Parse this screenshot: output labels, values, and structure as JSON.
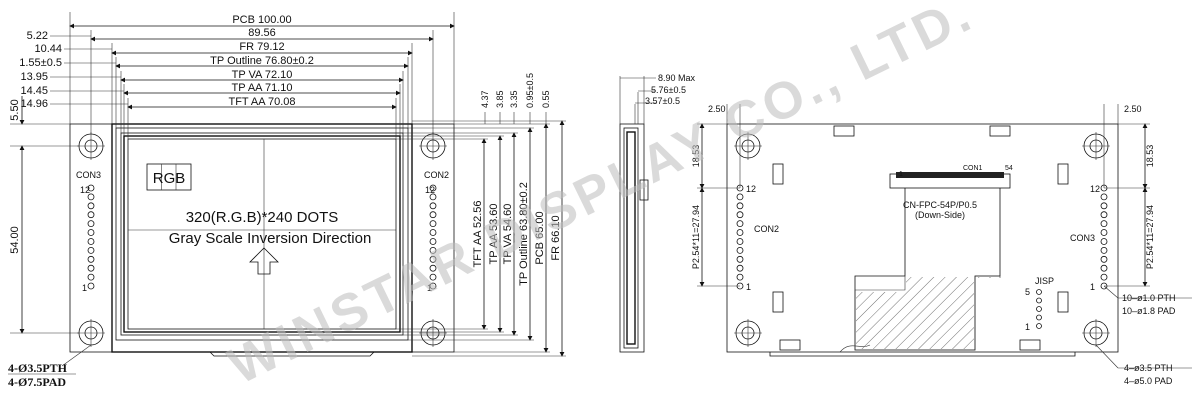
{
  "top_dims": {
    "pcb": "PCB  100.00",
    "d89": "89.56",
    "fr": "FR  79.12",
    "tp_outline": "TP  Outline  76.80±0.2",
    "tp_va": "TP  VA  72.10",
    "tp_aa": "TP  AA  71.10",
    "tft_aa": "TFT  AA  70.08"
  },
  "left_dims": [
    "5.22",
    "10.44",
    "1.55±0.5",
    "13.95",
    "14.45",
    "14.96"
  ],
  "left_vertical": {
    "d550": "5.50",
    "d5400": "54.00"
  },
  "right_vertical": [
    "TFT  AA  52.56",
    "TP  AA  53.60",
    "TP  VA  54.60",
    "TP  Outline  63.80±0.2",
    "PCB  65.00",
    "FR  66.10"
  ],
  "right_top_small": [
    "4.37",
    "3.85",
    "3.35",
    "0.95±0.5",
    "0.55"
  ],
  "display": {
    "rgb": "RGB",
    "dots": "320(R.G.B)*240    DOTS",
    "gray": "Gray  Scale  Inversion  Direction"
  },
  "connectors_front": {
    "con3": "CON3",
    "con2": "CON2",
    "p12": "12",
    "p1": "1"
  },
  "hole_note": [
    "4-Ø3.5PTH",
    "4-Ø7.5PAD"
  ],
  "side_dims": [
    "8.90  Max",
    "5.76±0.5",
    "3.57±0.5"
  ],
  "back": {
    "left_250": "2.50",
    "right_250": "2.50",
    "d1853_l": "18.53",
    "d1853_r": "18.53",
    "pitch_l": "P2.54*11=27.94",
    "pitch_r": "P2.54*11=27.94",
    "con1": "CON1",
    "con1_1": "1",
    "con1_54": "54",
    "fpc": "CN-FPC-54P/P0.5",
    "fpc2": "(Down-Side)",
    "con2": "CON2",
    "con3": "CON3",
    "jisp": "JISP",
    "j5": "5",
    "j1": "1",
    "l12": "12",
    "l1": "1",
    "r12": "12",
    "r1": "1",
    "pth1": "10–ø1.0  PTH",
    "pth2": "10–ø1.8  PAD",
    "hole1": "4–ø3.5  PTH",
    "hole2": "4–ø5.0  PAD"
  },
  "watermark": "WINSTAR DISPLAY CO., LTD."
}
